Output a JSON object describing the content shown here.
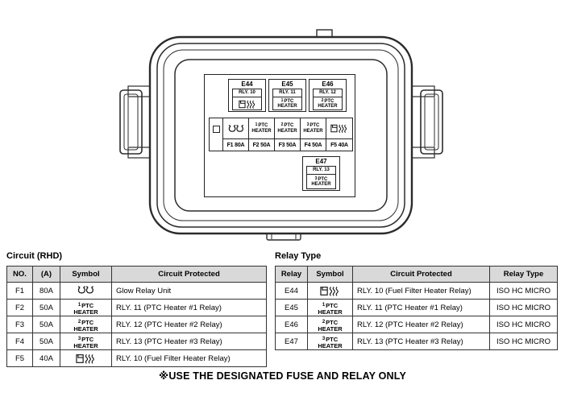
{
  "page": {
    "footer_note": "※USE THE DESIGNATED FUSE AND RELAY ONLY"
  },
  "ptc": {
    "p": "PTC",
    "h": "HEATER"
  },
  "icons": {
    "glow": "glow-relay-icon",
    "fuel": "fuel-filter-heater-icon",
    "ptc": "ptc-heater-symbol",
    "connector": "connector-square-icon"
  },
  "diagram": {
    "relay_boxes": [
      {
        "id": "E44",
        "relay": "RLY. 10",
        "symbol": "fuel-filter-heater-icon"
      },
      {
        "id": "E45",
        "relay": "RLY. 11",
        "symbol": "ptc-heater-symbol",
        "num": "1"
      },
      {
        "id": "E46",
        "relay": "RLY. 12",
        "symbol": "ptc-heater-symbol",
        "num": "2"
      },
      {
        "id": "E47",
        "relay": "RLY. 13",
        "symbol": "ptc-heater-symbol",
        "num": "3"
      }
    ],
    "fuse_strip": {
      "fuses": [
        {
          "label": "F1 80A",
          "symbol": "glow-relay-icon"
        },
        {
          "label": "F2 50A",
          "symbol": "ptc-heater-symbol",
          "num": "1"
        },
        {
          "label": "F3 50A",
          "symbol": "ptc-heater-symbol",
          "num": "2"
        },
        {
          "label": "F4 50A",
          "symbol": "ptc-heater-symbol",
          "num": "3"
        },
        {
          "label": "F5 40A",
          "symbol": "fuel-filter-heater-icon"
        }
      ]
    }
  },
  "circuit_table": {
    "title": "Circuit (RHD)",
    "headers": [
      "NO.",
      "(A)",
      "Symbol",
      "Circuit Protected"
    ],
    "rows": [
      {
        "no": "F1",
        "amp": "80A",
        "symbol": "glow-relay-icon",
        "circuit": "Glow Relay Unit"
      },
      {
        "no": "F2",
        "amp": "50A",
        "symbol": "ptc-heater-symbol",
        "num": "1",
        "circuit": "RLY. 11 (PTC Heater #1 Relay)"
      },
      {
        "no": "F3",
        "amp": "50A",
        "symbol": "ptc-heater-symbol",
        "num": "2",
        "circuit": "RLY. 12 (PTC Heater #2 Relay)"
      },
      {
        "no": "F4",
        "amp": "50A",
        "symbol": "ptc-heater-symbol",
        "num": "3",
        "circuit": "RLY. 13 (PTC Heater #3 Relay)"
      },
      {
        "no": "F5",
        "amp": "40A",
        "symbol": "fuel-filter-heater-icon",
        "circuit": "RLY. 10 (Fuel Filter Heater Relay)"
      }
    ]
  },
  "relay_table": {
    "title": "Relay Type",
    "headers": [
      "Relay",
      "Symbol",
      "Circuit Protected",
      "Relay Type"
    ],
    "rows": [
      {
        "relay": "E44",
        "symbol": "fuel-filter-heater-icon",
        "circuit": "RLY. 10 (Fuel Filter Heater Relay)",
        "type": "ISO HC MICRO"
      },
      {
        "relay": "E45",
        "symbol": "ptc-heater-symbol",
        "num": "1",
        "circuit": "RLY. 11 (PTC Heater #1 Relay)",
        "type": "ISO HC MICRO"
      },
      {
        "relay": "E46",
        "symbol": "ptc-heater-symbol",
        "num": "2",
        "circuit": "RLY. 12 (PTC Heater #2 Relay)",
        "type": "ISO HC MICRO"
      },
      {
        "relay": "E47",
        "symbol": "ptc-heater-symbol",
        "num": "3",
        "circuit": "RLY. 13 (PTC Heater #3 Relay)",
        "type": "ISO HC MICRO"
      }
    ]
  }
}
